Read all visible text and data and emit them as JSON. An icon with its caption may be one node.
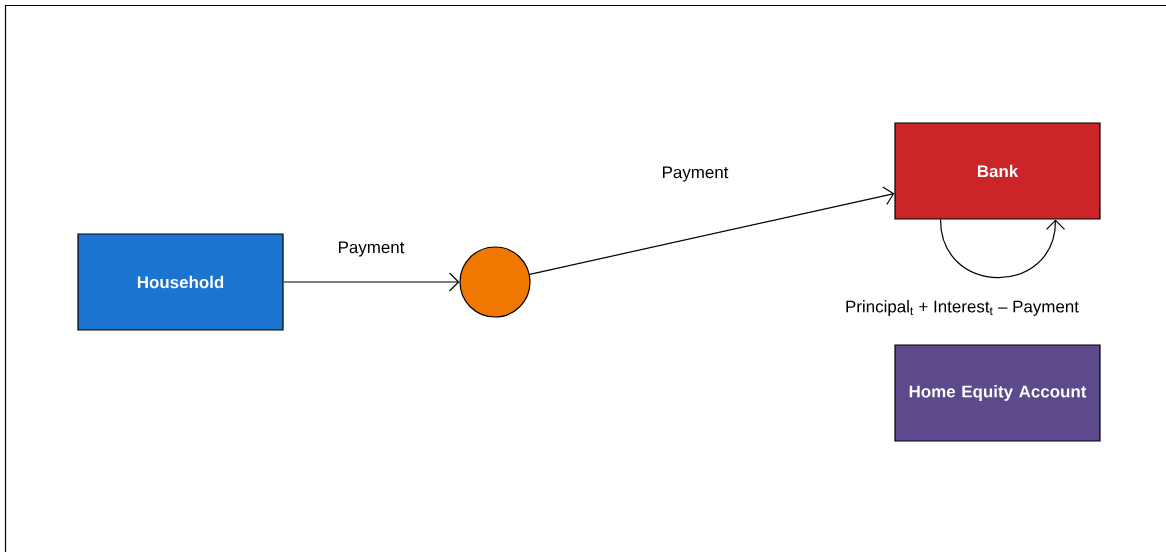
{
  "diagram": {
    "nodes": [
      {
        "text": [
          "Household"
        ]
      },
      {
        "text": [],
        "shape": "circle"
      },
      {
        "text": [
          "Bank"
        ]
      },
      {
        "text": [
          "Home Equity Account"
        ]
      }
    ],
    "edges": [
      {
        "from": 0,
        "to": 1,
        "arrow": "to",
        "label": "Payment"
      },
      {
        "from": 1,
        "to": 2,
        "arrow": "to",
        "label": "Payment"
      },
      {
        "from": 2,
        "to": 2,
        "arrow": "to",
        "label": "Principal$_{t}$ + Interest$_{t}$ – Payment"
      }
    ]
  }
}
